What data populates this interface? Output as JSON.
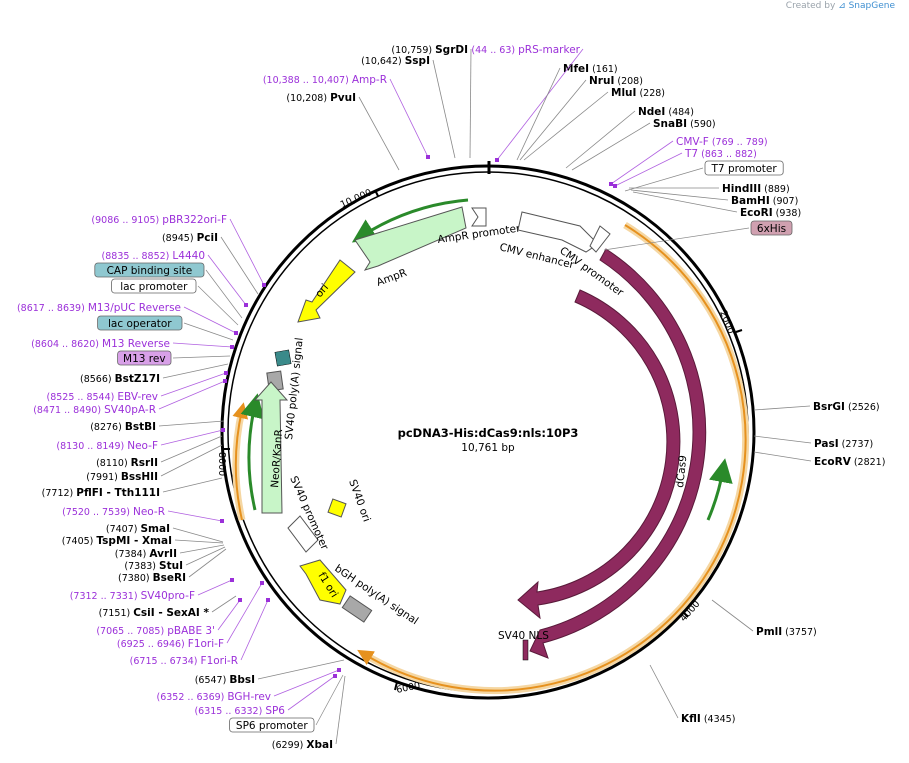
{
  "credit": {
    "prefix": "Created by",
    "brand": "SnapGene"
  },
  "plasmid": {
    "name": "pcDNA3-His:dCas9:nls:10P3",
    "size": "10,761 bp"
  },
  "colors": {
    "cas9": "#8e2a5e",
    "yellow": "#ffff00",
    "green": "#c8f5c8",
    "gray": "#a8a8a8",
    "purple": "#9b30d9",
    "orange": "#f0a030",
    "greenArrow": "#2a8a2a",
    "caplabel": "#8fc8d0",
    "his": "#d0a0b0",
    "m13": "#d8a0e8"
  },
  "ticks": [
    "10,000",
    "2000",
    "4000",
    "6000",
    "8000"
  ],
  "features": {
    "cas9": "Cas9",
    "dcas9": "dCas9",
    "sv40nls": "SV40 NLS",
    "ampr": "AmpR",
    "ampr_promoter": "AmpR promoter",
    "cmv_enhancer": "CMV enhancer",
    "cmv_promoter": "CMV promoter",
    "ori": "ori",
    "sv40pa": "SV40 poly(A) signal",
    "neor": "NeoR/KanR",
    "sv40promoter": "SV40 promoter",
    "sv40ori": "SV40 ori",
    "f1ori": "f1 ori",
    "bgh": "bGH poly(A) signal"
  },
  "left_labels": [
    {
      "pos": "(10,388 .. 10,407)",
      "name": "Amp-R",
      "kind": "primer"
    },
    {
      "pos": "(10,208)",
      "name": "PvuI",
      "kind": "enzyme"
    },
    {
      "pos": "(9086 .. 9105)",
      "name": "pBR322ori-F",
      "kind": "primer"
    },
    {
      "pos": "(8945)",
      "name": "PciI",
      "kind": "enzyme"
    },
    {
      "pos": "(8835 .. 8852)",
      "name": "L4440",
      "kind": "primer"
    },
    {
      "pos": "",
      "name": "CAP binding site",
      "kind": "box-teal"
    },
    {
      "pos": "",
      "name": "lac promoter",
      "kind": "box-white"
    },
    {
      "pos": "(8617 .. 8639)",
      "name": "M13/pUC Reverse",
      "kind": "primer"
    },
    {
      "pos": "",
      "name": "lac operator",
      "kind": "box-teal"
    },
    {
      "pos": "(8604 .. 8620)",
      "name": "M13 Reverse",
      "kind": "primer"
    },
    {
      "pos": "",
      "name": "M13 rev",
      "kind": "box-purple"
    },
    {
      "pos": "(8566)",
      "name": "BstZ17I",
      "kind": "enzyme"
    },
    {
      "pos": "(8525 .. 8544)",
      "name": "EBV-rev",
      "kind": "primer"
    },
    {
      "pos": "(8471 .. 8490)",
      "name": "SV40pA-R",
      "kind": "primer"
    },
    {
      "pos": "(8276)",
      "name": "BstBI",
      "kind": "enzyme"
    },
    {
      "pos": "(8130 .. 8149)",
      "name": "Neo-F",
      "kind": "primer"
    },
    {
      "pos": "(8110)",
      "name": "RsrII",
      "kind": "enzyme"
    },
    {
      "pos": "(7991)",
      "name": "BssHII",
      "kind": "enzyme"
    },
    {
      "pos": "(7712)",
      "name": "PflFI - Tth111I",
      "kind": "enzyme"
    },
    {
      "pos": "(7520 .. 7539)",
      "name": "Neo-R",
      "kind": "primer"
    },
    {
      "pos": "(7407)",
      "name": "SmaI",
      "kind": "enzyme"
    },
    {
      "pos": "(7405)",
      "name": "TspMI - XmaI",
      "kind": "enzyme"
    },
    {
      "pos": "(7384)",
      "name": "AvrII",
      "kind": "enzyme"
    },
    {
      "pos": "(7383)",
      "name": "StuI",
      "kind": "enzyme"
    },
    {
      "pos": "(7380)",
      "name": "BseRI",
      "kind": "enzyme"
    },
    {
      "pos": "(7312 .. 7331)",
      "name": "SV40pro-F",
      "kind": "primer"
    },
    {
      "pos": "(7151)",
      "name": "CsiI - SexAI *",
      "kind": "enzyme"
    },
    {
      "pos": "(7065 .. 7085)",
      "name": "pBABE 3'",
      "kind": "primer"
    },
    {
      "pos": "(6925 .. 6946)",
      "name": "F1ori-F",
      "kind": "primer"
    },
    {
      "pos": "(6715 .. 6734)",
      "name": "F1ori-R",
      "kind": "primer"
    },
    {
      "pos": "(6547)",
      "name": "BbsI",
      "kind": "enzyme"
    },
    {
      "pos": "(6352 .. 6369)",
      "name": "BGH-rev",
      "kind": "primer"
    },
    {
      "pos": "(6315 .. 6332)",
      "name": "SP6",
      "kind": "primer"
    },
    {
      "pos": "",
      "name": "SP6 promoter",
      "kind": "box-white"
    },
    {
      "pos": "(6299)",
      "name": "XbaI",
      "kind": "enzyme"
    }
  ],
  "top_labels": [
    {
      "pos": "(10,759)",
      "name": "SgrDI",
      "kind": "enzyme"
    },
    {
      "pos": "(10,642)",
      "name": "SspI",
      "kind": "enzyme"
    },
    {
      "pos": "(44 .. 63)",
      "name": "pRS-marker",
      "kind": "primer"
    }
  ],
  "right_labels": [
    {
      "pos": "(161)",
      "name": "MfeI",
      "kind": "enzyme"
    },
    {
      "pos": "(208)",
      "name": "NruI",
      "kind": "enzyme"
    },
    {
      "pos": "(228)",
      "name": "MluI",
      "kind": "enzyme"
    },
    {
      "pos": "(484)",
      "name": "NdeI",
      "kind": "enzyme"
    },
    {
      "pos": "(590)",
      "name": "SnaBI",
      "kind": "enzyme"
    },
    {
      "pos": "(769 .. 789)",
      "name": "CMV-F",
      "kind": "primer"
    },
    {
      "pos": "(863 .. 882)",
      "name": "T7",
      "kind": "primer"
    },
    {
      "pos": "",
      "name": "T7 promoter",
      "kind": "box-white"
    },
    {
      "pos": "(889)",
      "name": "HindIII",
      "kind": "enzyme"
    },
    {
      "pos": "(907)",
      "name": "BamHI",
      "kind": "enzyme"
    },
    {
      "pos": "(938)",
      "name": "EcoRI",
      "kind": "enzyme"
    },
    {
      "pos": "",
      "name": "6xHis",
      "kind": "box-pink"
    },
    {
      "pos": "(2526)",
      "name": "BsrGI",
      "kind": "enzyme"
    },
    {
      "pos": "(2737)",
      "name": "PasI",
      "kind": "enzyme"
    },
    {
      "pos": "(2821)",
      "name": "EcoRV",
      "kind": "enzyme"
    },
    {
      "pos": "(3757)",
      "name": "PmlI",
      "kind": "enzyme"
    },
    {
      "pos": "(4345)",
      "name": "KflI",
      "kind": "enzyme"
    }
  ]
}
